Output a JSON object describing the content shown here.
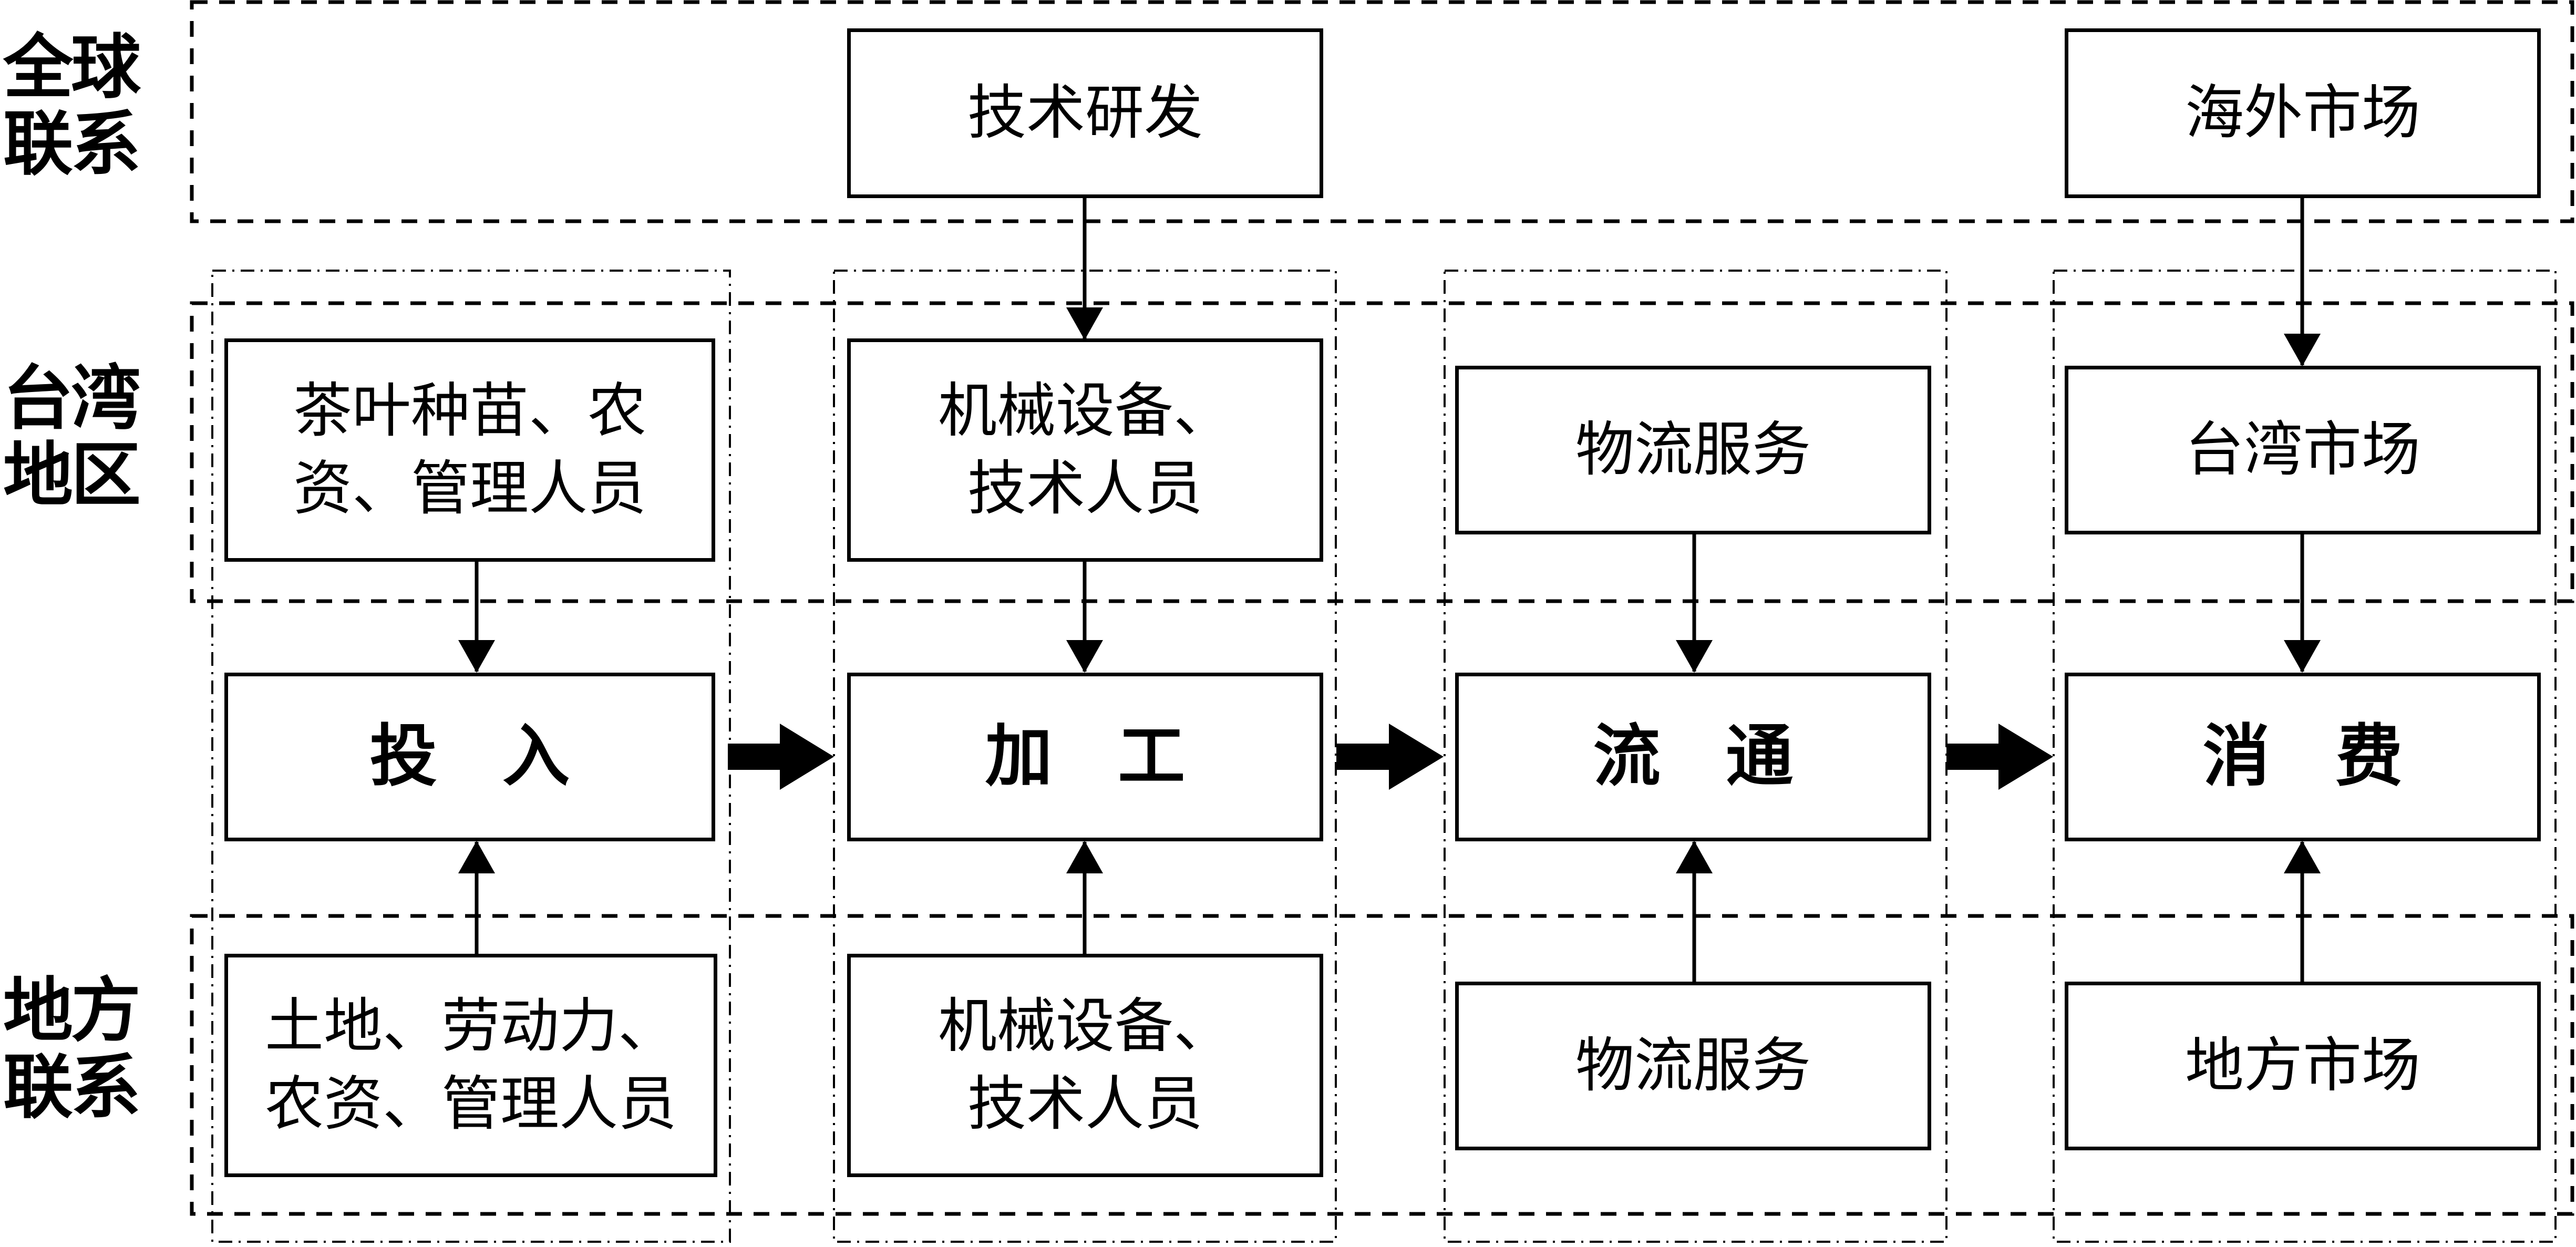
{
  "rows": {
    "global": "全球\n联系",
    "taiwan": "台湾\n地区",
    "local": "地方\n联系"
  },
  "stages": {
    "input": "投 入",
    "processing": "加 工",
    "circulation": "流 通",
    "consumption": "消 费"
  },
  "global": {
    "rd": "技术研发",
    "overseas_market": "海外市场"
  },
  "taiwan": {
    "input": "茶叶种苗、农\n资、管理人员",
    "processing": "机械设备、\n技术人员",
    "circulation": "物流服务",
    "market": "台湾市场"
  },
  "local": {
    "input": "土地、劳动力、\n农资、管理人员",
    "processing": "机械设备、\n技术人员",
    "circulation": "物流服务",
    "market": "地方市场"
  }
}
